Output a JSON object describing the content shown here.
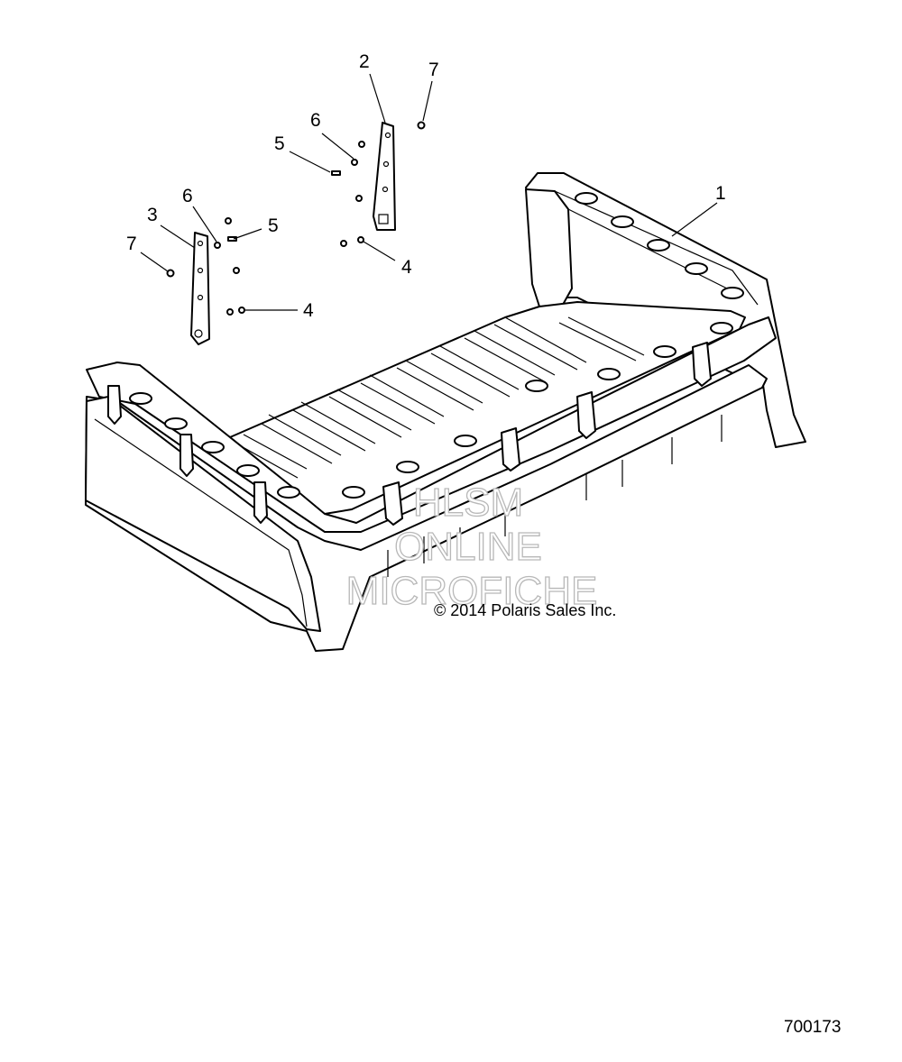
{
  "callouts": {
    "c1": "1",
    "c2": "2",
    "c3": "3",
    "c4a": "4",
    "c4b": "4",
    "c5a": "5",
    "c5b": "5",
    "c6a": "6",
    "c6b": "6",
    "c7a": "7",
    "c7b": "7"
  },
  "watermark": {
    "line1": "HLSM",
    "line2": "ONLINE",
    "line3": "MICROFICHE"
  },
  "copyright": "© 2014 Polaris Sales Inc.",
  "figure_id": "700173"
}
